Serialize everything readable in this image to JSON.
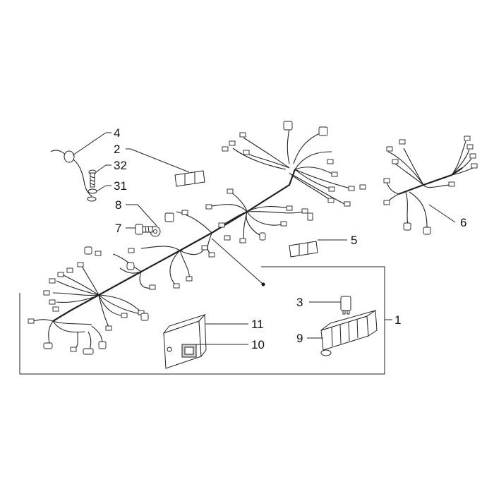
{
  "callouts": {
    "c1": "1",
    "c2": "2",
    "c3": "3",
    "c4": "4",
    "c5": "5",
    "c6": "6",
    "c7": "7",
    "c8": "8",
    "c9": "9",
    "c10": "10",
    "c11": "11",
    "c31": "31",
    "c32": "32"
  },
  "colors": {
    "line": "#222222",
    "background": "#ffffff",
    "shade": "#cfcfcf"
  }
}
